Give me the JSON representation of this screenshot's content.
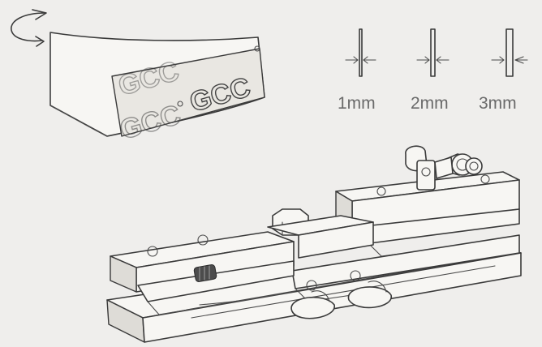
{
  "strip": {
    "logo_text": "GCC"
  },
  "thickness": {
    "options": [
      {
        "label": "1mm"
      },
      {
        "label": "2mm"
      },
      {
        "label": "3mm"
      }
    ]
  }
}
